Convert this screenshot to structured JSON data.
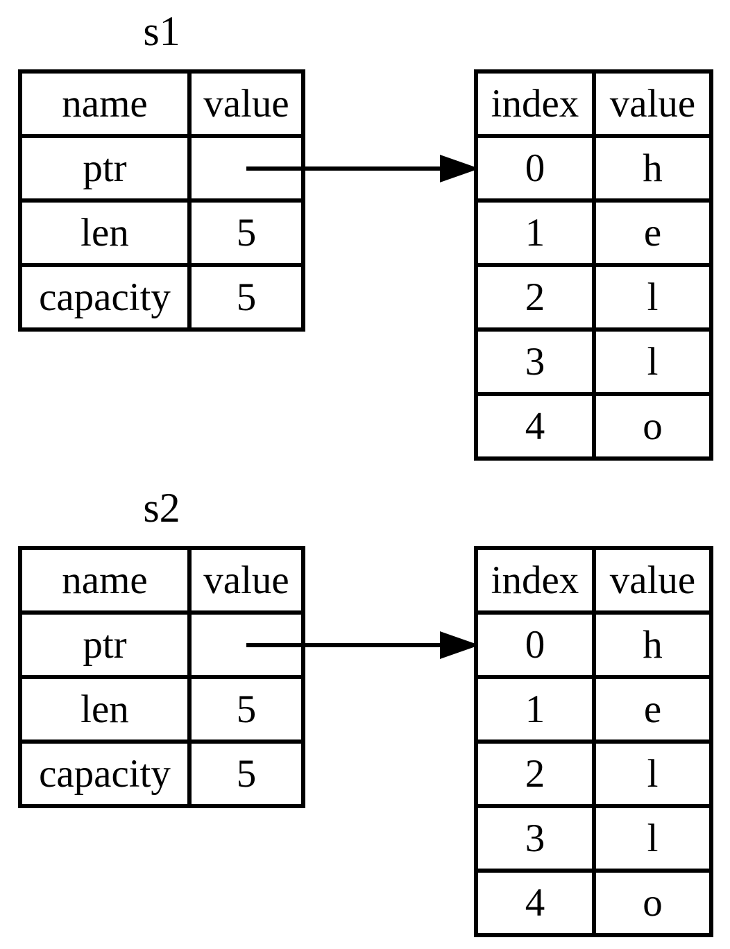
{
  "colors": {
    "foreground": "#000000",
    "background": "#ffffff"
  },
  "sections": [
    {
      "title": "s1",
      "stack_table": {
        "headers": [
          "name",
          "value"
        ],
        "rows": [
          {
            "name": "ptr",
            "value": ""
          },
          {
            "name": "len",
            "value": "5"
          },
          {
            "name": "capacity",
            "value": "5"
          }
        ]
      },
      "pointer_arrow": "ptr-to-heap-index-0",
      "heap_table": {
        "headers": [
          "index",
          "value"
        ],
        "rows": [
          {
            "index": "0",
            "value": "h"
          },
          {
            "index": "1",
            "value": "e"
          },
          {
            "index": "2",
            "value": "l"
          },
          {
            "index": "3",
            "value": "l"
          },
          {
            "index": "4",
            "value": "o"
          }
        ]
      }
    },
    {
      "title": "s2",
      "stack_table": {
        "headers": [
          "name",
          "value"
        ],
        "rows": [
          {
            "name": "ptr",
            "value": ""
          },
          {
            "name": "len",
            "value": "5"
          },
          {
            "name": "capacity",
            "value": "5"
          }
        ]
      },
      "pointer_arrow": "ptr-to-heap-index-0",
      "heap_table": {
        "headers": [
          "index",
          "value"
        ],
        "rows": [
          {
            "index": "0",
            "value": "h"
          },
          {
            "index": "1",
            "value": "e"
          },
          {
            "index": "2",
            "value": "l"
          },
          {
            "index": "3",
            "value": "l"
          },
          {
            "index": "4",
            "value": "o"
          }
        ]
      }
    }
  ]
}
